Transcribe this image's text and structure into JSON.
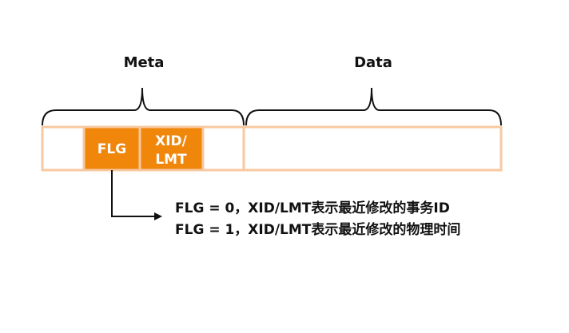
{
  "labels": {
    "meta": "Meta",
    "data": "Data"
  },
  "fields": {
    "flg": "FLG",
    "xid_line1": "XID/",
    "xid_line2": "LMT"
  },
  "notes": [
    "FLG = 0，XID/LMT表示最近修改的事务ID",
    "FLG = 1，XID/LMT表示最近修改的物理时间"
  ],
  "colors": {
    "accent": "#F0860A",
    "outline": "#F8C8A0",
    "ink": "#111111"
  }
}
